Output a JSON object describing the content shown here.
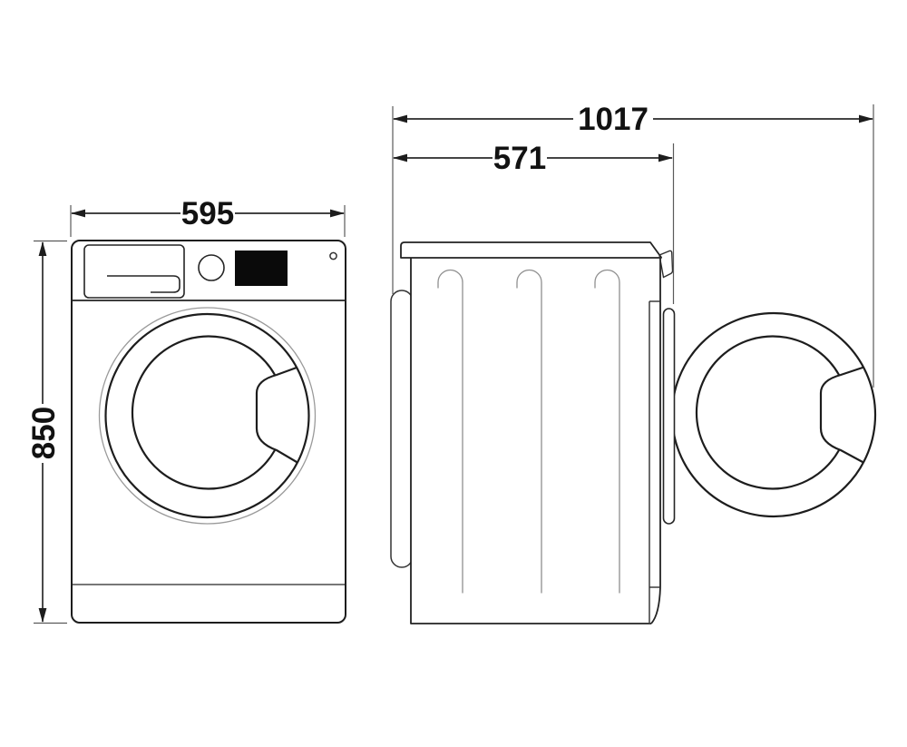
{
  "diagram": {
    "dimensions": {
      "width": {
        "label": "595"
      },
      "height": {
        "label": "850"
      },
      "depth_with_door_open": {
        "label": "1017"
      },
      "depth": {
        "label": "571"
      }
    },
    "colors": {
      "background": "#ffffff",
      "outline": "#1d1d1d",
      "thin_line": "#8f8f8f",
      "dimension_line": "#2a2a2a",
      "text": "#121212",
      "display_fill": "#0a0a0a"
    }
  }
}
